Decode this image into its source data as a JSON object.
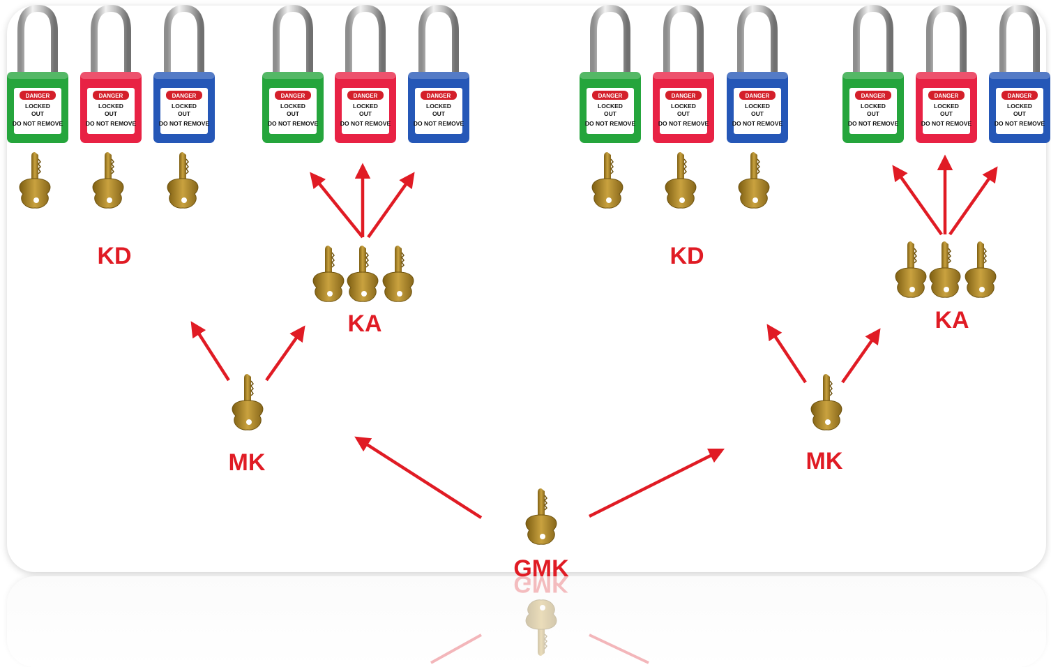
{
  "labels": {
    "left_kd": "KD",
    "left_ka": "KA",
    "left_mk": "MK",
    "right_kd": "KD",
    "right_ka": "KA",
    "right_mk": "MK",
    "gmk": "GMK"
  },
  "padlock_text": {
    "header": "DANGER",
    "line1": "LOCKED",
    "line2": "OUT",
    "line3": "DO NOT REMOVE"
  },
  "colors": {
    "arrow": "#e01b24",
    "label": "#e01b24",
    "lock_green": "#25a53c",
    "lock_red": "#e82244",
    "lock_blue": "#2557b7",
    "key": "#b08a2e"
  }
}
